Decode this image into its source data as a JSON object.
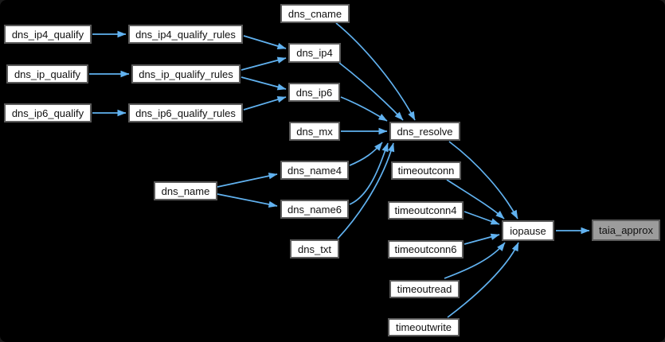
{
  "colors": {
    "background": "#000000",
    "node_fill": "#ffffff",
    "node_border": "#5b5b5b",
    "text_color": "#111111",
    "highlight_fill": "#9c9c9c",
    "edge_color": "#61b2f0"
  },
  "nodes": {
    "dns_ip4_qualify": "dns_ip4_qualify",
    "dns_ip_qualify": "dns_ip_qualify",
    "dns_ip6_qualify": "dns_ip6_qualify",
    "dns_ip4_qualify_rules": "dns_ip4_qualify_rules",
    "dns_ip_qualify_rules": "dns_ip_qualify_rules",
    "dns_ip6_qualify_rules": "dns_ip6_qualify_rules",
    "dns_cname": "dns_cname",
    "dns_ip4": "dns_ip4",
    "dns_ip6": "dns_ip6",
    "dns_mx": "dns_mx",
    "dns_name": "dns_name",
    "dns_name4": "dns_name4",
    "dns_name6": "dns_name6",
    "dns_txt": "dns_txt",
    "dns_resolve": "dns_resolve",
    "timeoutconn": "timeoutconn",
    "timeoutconn4": "timeoutconn4",
    "timeoutconn6": "timeoutconn6",
    "timeoutread": "timeoutread",
    "timeoutwrite": "timeoutwrite",
    "iopause": "iopause",
    "taia_approx": "taia_approx"
  },
  "edges": [
    {
      "from": "dns_ip4_qualify",
      "to": "dns_ip4_qualify_rules"
    },
    {
      "from": "dns_ip_qualify",
      "to": "dns_ip_qualify_rules"
    },
    {
      "from": "dns_ip6_qualify",
      "to": "dns_ip6_qualify_rules"
    },
    {
      "from": "dns_ip4_qualify_rules",
      "to": "dns_ip4"
    },
    {
      "from": "dns_ip_qualify_rules",
      "to": "dns_ip4"
    },
    {
      "from": "dns_ip_qualify_rules",
      "to": "dns_ip6"
    },
    {
      "from": "dns_ip6_qualify_rules",
      "to": "dns_ip6"
    },
    {
      "from": "dns_cname",
      "to": "dns_resolve"
    },
    {
      "from": "dns_ip4",
      "to": "dns_resolve"
    },
    {
      "from": "dns_ip6",
      "to": "dns_resolve"
    },
    {
      "from": "dns_mx",
      "to": "dns_resolve"
    },
    {
      "from": "dns_name4",
      "to": "dns_resolve"
    },
    {
      "from": "dns_name6",
      "to": "dns_resolve"
    },
    {
      "from": "dns_txt",
      "to": "dns_resolve"
    },
    {
      "from": "dns_name",
      "to": "dns_name4"
    },
    {
      "from": "dns_name",
      "to": "dns_name6"
    },
    {
      "from": "dns_resolve",
      "to": "iopause"
    },
    {
      "from": "timeoutconn",
      "to": "iopause"
    },
    {
      "from": "timeoutconn4",
      "to": "iopause"
    },
    {
      "from": "timeoutconn6",
      "to": "iopause"
    },
    {
      "from": "timeoutread",
      "to": "iopause"
    },
    {
      "from": "timeoutwrite",
      "to": "iopause"
    },
    {
      "from": "iopause",
      "to": "taia_approx"
    }
  ]
}
